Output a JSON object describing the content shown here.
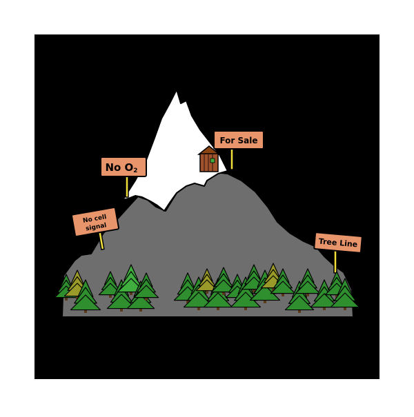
{
  "scene": {
    "colors": {
      "background_outer": "#ffffff",
      "background_inner": "#000000",
      "mountain_rock": "#6e6e6e",
      "snow": "#ffffff",
      "sign_board": "#e8956c",
      "sign_post": "#f2df3a",
      "tree_dark": "#2f8f2f",
      "tree_light": "#3fae3f",
      "tree_olive": "#9a9a2a",
      "cabin": "#a0522d"
    },
    "signs": {
      "for_sale": "For Sale",
      "no_o2_main": "No O",
      "no_o2_sub": "2",
      "no_cell_line1": "No cell",
      "no_cell_line2": "signal",
      "tree_line": "Tree Line"
    }
  }
}
